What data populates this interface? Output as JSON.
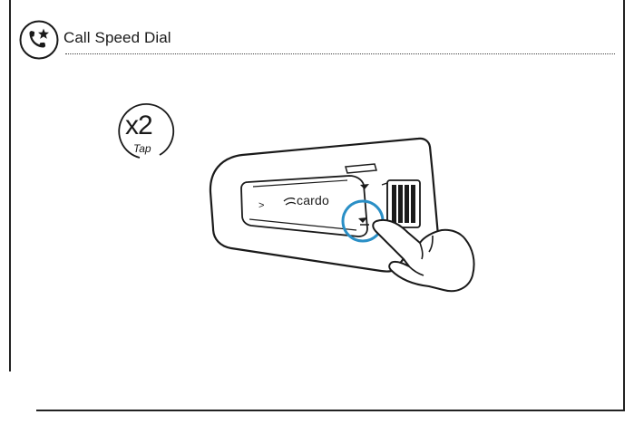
{
  "header": {
    "icon": "phone-star-icon",
    "title": "Call Speed Dial"
  },
  "gesture": {
    "icon": "double-tap-badge-icon",
    "count": "x2",
    "label": "Tap"
  },
  "device": {
    "icon": "cardo-communicator-device",
    "brand": "cardo",
    "highlight_color": "#2a8fc6",
    "hand_icon": "pressing-hand-icon"
  }
}
